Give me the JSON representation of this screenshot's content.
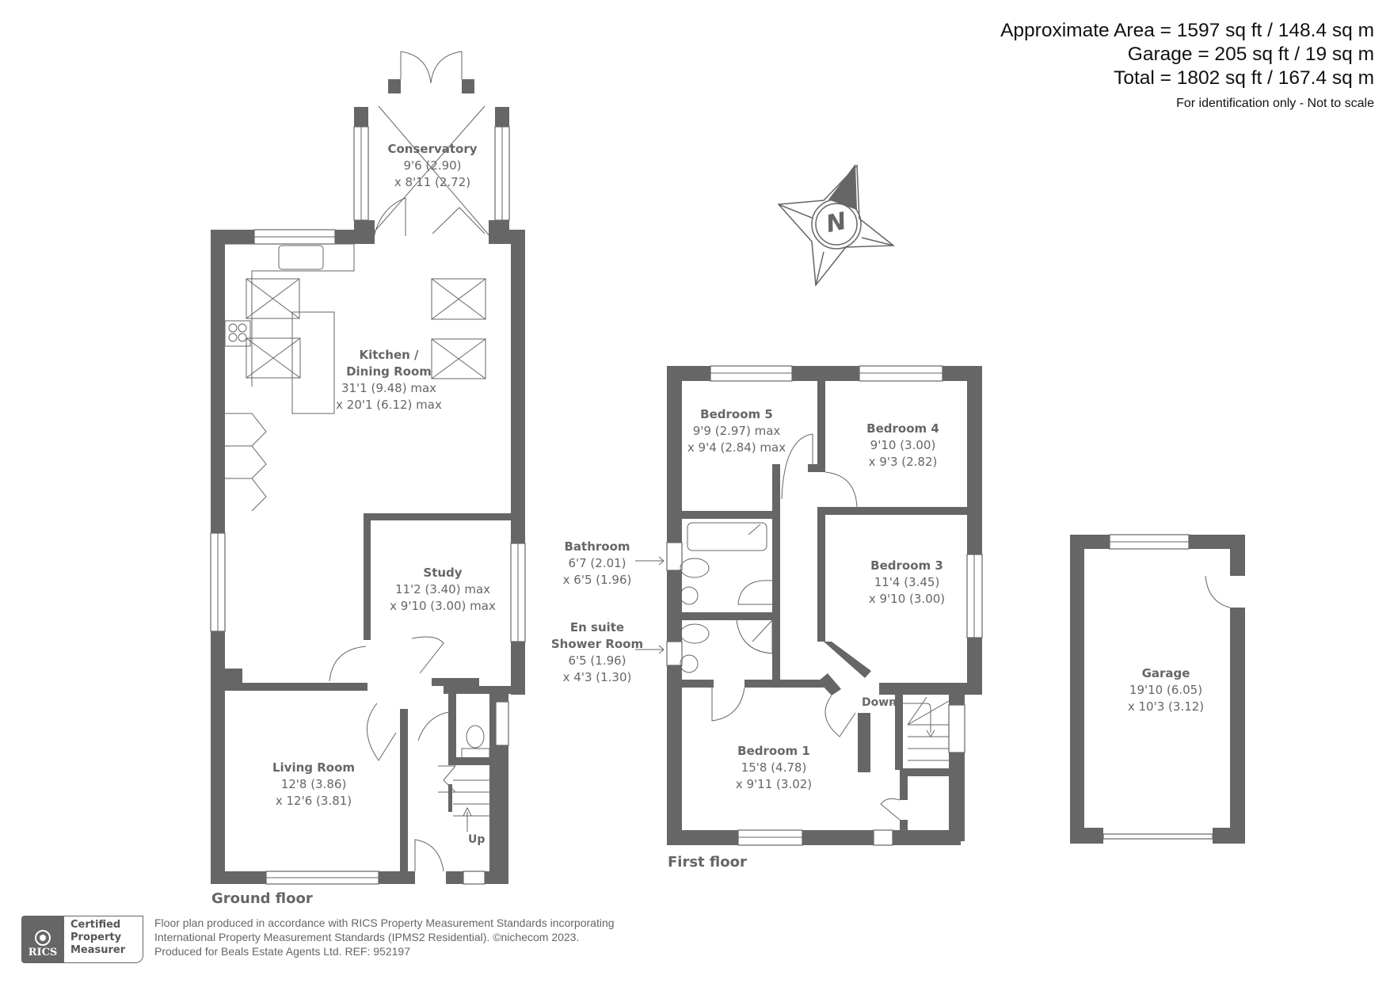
{
  "area_summary": {
    "approximate_area": "Approximate Area = 1597 sq ft / 148.4 sq m",
    "garage": "Garage  = 205 sq ft / 19 sq m",
    "total": "Total = 1802 sq ft / 167.4 sq m",
    "note": "For identification only - Not to scale"
  },
  "compass": {
    "label": "N",
    "icon": "compass-north-icon"
  },
  "ground_floor": {
    "title": "Ground floor",
    "rooms": [
      {
        "name": "Conservatory",
        "dim1": "9'6 (2.90)",
        "dim2": "x 8'11 (2.72)"
      },
      {
        "name": "Kitchen /",
        "name2": "Dining Room",
        "dim1": "31'1 (9.48) max",
        "dim2": "x 20'1 (6.12) max"
      },
      {
        "name": "Study",
        "dim1": "11'2 (3.40) max",
        "dim2": "x 9'10 (3.00) max"
      },
      {
        "name": "Living Room",
        "dim1": "12'8 (3.86)",
        "dim2": "x 12'6 (3.81)"
      }
    ],
    "stairs_label": "Up"
  },
  "first_floor": {
    "title": "First floor",
    "rooms": [
      {
        "name": "Bedroom 5",
        "dim1": "9'9 (2.97) max",
        "dim2": "x 9'4 (2.84) max"
      },
      {
        "name": "Bedroom 4",
        "dim1": "9'10 (3.00)",
        "dim2": "x 9'3 (2.82)"
      },
      {
        "name": "Bedroom 3",
        "dim1": "11'4 (3.45)",
        "dim2": "x 9'10 (3.00)"
      },
      {
        "name": "Bathroom",
        "dim1": "6'7 (2.01)",
        "dim2": "x 6'5 (1.96)"
      },
      {
        "name": "En suite",
        "name2": "Shower Room",
        "dim1": "6'5 (1.96)",
        "dim2": "x 4'3 (1.30)"
      },
      {
        "name": "Bedroom 1",
        "dim1": "15'8 (4.78)",
        "dim2": "x 9'11 (3.02)"
      }
    ],
    "stairs_label": "Down"
  },
  "garage": {
    "room": {
      "name": "Garage",
      "dim1": "19'10 (6.05)",
      "dim2": "x 10'3 (3.12)"
    }
  },
  "footer": {
    "badge_org": "RICS",
    "badge_line1": "Certified",
    "badge_line2": "Property",
    "badge_line3": "Measurer",
    "line1": "Floor plan produced in accordance with RICS Property Measurement Standards incorporating",
    "line2": "International Property Measurement Standards (IPMS2 Residential).   ©nichecom 2023.",
    "line3": "Produced for Beals Estate Agents Ltd.   REF: 952197"
  },
  "colors": {
    "wall": "#666666",
    "text": "#666666",
    "area_text": "#111111",
    "background": "#ffffff"
  }
}
